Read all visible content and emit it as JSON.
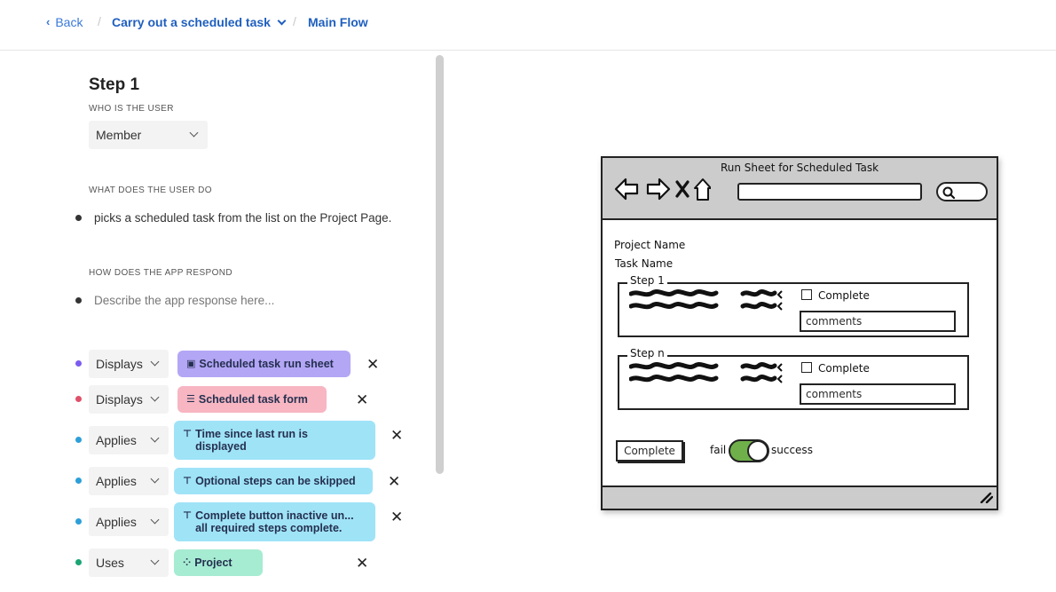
{
  "breadcrumb": {
    "back_label": "Back",
    "task_label": "Carry out a scheduled task",
    "flow_label": "Main Flow",
    "separator": "/"
  },
  "step": {
    "title": "Step 1",
    "who_label": "WHO IS THE USER",
    "who_value": "Member",
    "what_label": "WHAT DOES THE USER DO",
    "what_text": "picks a scheduled task from the list on the Project Page.",
    "how_label": "HOW DOES THE APP RESPOND",
    "how_placeholder": "Describe the app response here..."
  },
  "relations": [
    {
      "verb": "Displays",
      "target": "Scheduled task run sheet",
      "dot_color": "#7c5cf0",
      "tag_color": "#b3a6f5",
      "icon": "▣"
    },
    {
      "verb": "Displays",
      "target": "Scheduled task form",
      "dot_color": "#e0506a",
      "tag_color": "#f7b6c2",
      "icon": "☰"
    },
    {
      "verb": "Applies",
      "target": "Time since last run is displayed",
      "dot_color": "#2d9fd8",
      "tag_color": "#9fe3f7",
      "icon": "⊤"
    },
    {
      "verb": "Applies",
      "target": "Optional steps can be skipped",
      "dot_color": "#2d9fd8",
      "tag_color": "#9fe3f7",
      "icon": "⊤"
    },
    {
      "verb": "Applies",
      "target": "Complete button inactive un... all required steps complete.",
      "dot_color": "#2d9fd8",
      "tag_color": "#9fe3f7",
      "icon": "⊤"
    },
    {
      "verb": "Uses",
      "target": "Project",
      "dot_color": "#1aa574",
      "tag_color": "#a6ecd2",
      "icon": "⁘"
    }
  ],
  "remove_glyph": "✕",
  "wireframe": {
    "title": "Run Sheet for Scheduled Task",
    "project_name": "Project Name",
    "task_name": "Task Name",
    "step1_legend": "Step 1",
    "stepn_legend": "Step n",
    "complete_label": "Complete",
    "comments_value": "comments",
    "button_label": "Complete",
    "toggle_fail": "fail",
    "toggle_success": "success"
  }
}
